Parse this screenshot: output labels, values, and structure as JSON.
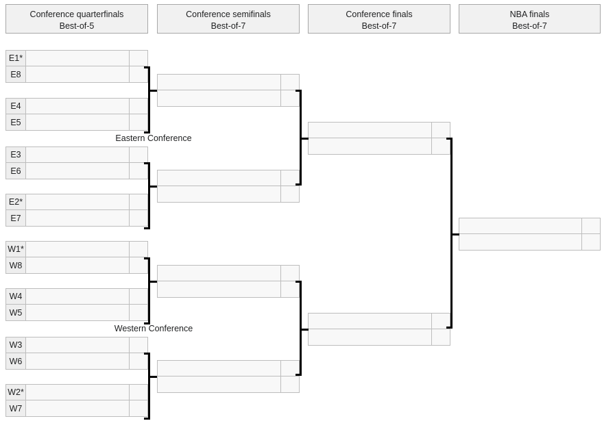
{
  "rounds": [
    {
      "name": "Conference quarterfinals",
      "format": "Best-of-5"
    },
    {
      "name": "Conference semifinals",
      "format": "Best-of-7"
    },
    {
      "name": "Conference finals",
      "format": "Best-of-7"
    },
    {
      "name": "NBA finals",
      "format": "Best-of-7"
    }
  ],
  "conferences": {
    "east": "Eastern Conference",
    "west": "Western Conference"
  },
  "quarterfinals": [
    {
      "rows": [
        {
          "seed": "E1*",
          "team": "",
          "score": ""
        },
        {
          "seed": "E8",
          "team": "",
          "score": ""
        }
      ]
    },
    {
      "rows": [
        {
          "seed": "E4",
          "team": "",
          "score": ""
        },
        {
          "seed": "E5",
          "team": "",
          "score": ""
        }
      ]
    },
    {
      "rows": [
        {
          "seed": "E3",
          "team": "",
          "score": ""
        },
        {
          "seed": "E6",
          "team": "",
          "score": ""
        }
      ]
    },
    {
      "rows": [
        {
          "seed": "E2*",
          "team": "",
          "score": ""
        },
        {
          "seed": "E7",
          "team": "",
          "score": ""
        }
      ]
    },
    {
      "rows": [
        {
          "seed": "W1*",
          "team": "",
          "score": ""
        },
        {
          "seed": "W8",
          "team": "",
          "score": ""
        }
      ]
    },
    {
      "rows": [
        {
          "seed": "W4",
          "team": "",
          "score": ""
        },
        {
          "seed": "W5",
          "team": "",
          "score": ""
        }
      ]
    },
    {
      "rows": [
        {
          "seed": "W3",
          "team": "",
          "score": ""
        },
        {
          "seed": "W6",
          "team": "",
          "score": ""
        }
      ]
    },
    {
      "rows": [
        {
          "seed": "W2*",
          "team": "",
          "score": ""
        },
        {
          "seed": "W7",
          "team": "",
          "score": ""
        }
      ]
    }
  ],
  "semifinals": [
    {
      "rows": [
        {
          "team": "",
          "score": ""
        },
        {
          "team": "",
          "score": ""
        }
      ]
    },
    {
      "rows": [
        {
          "team": "",
          "score": ""
        },
        {
          "team": "",
          "score": ""
        }
      ]
    },
    {
      "rows": [
        {
          "team": "",
          "score": ""
        },
        {
          "team": "",
          "score": ""
        }
      ]
    },
    {
      "rows": [
        {
          "team": "",
          "score": ""
        },
        {
          "team": "",
          "score": ""
        }
      ]
    }
  ],
  "conference_finals": [
    {
      "rows": [
        {
          "team": "",
          "score": ""
        },
        {
          "team": "",
          "score": ""
        }
      ]
    },
    {
      "rows": [
        {
          "team": "",
          "score": ""
        },
        {
          "team": "",
          "score": ""
        }
      ]
    }
  ],
  "nba_finals": [
    {
      "rows": [
        {
          "team": "",
          "score": ""
        },
        {
          "team": "",
          "score": ""
        }
      ]
    }
  ],
  "colors": {
    "header_bg": "#f1f1f1",
    "header_border": "#a7a7a7",
    "cell_bg": "#f8f8f8",
    "seed_bg": "#eeeeee",
    "cell_border": "#bdbdbd",
    "connector": "#000000",
    "text": "#202122"
  }
}
